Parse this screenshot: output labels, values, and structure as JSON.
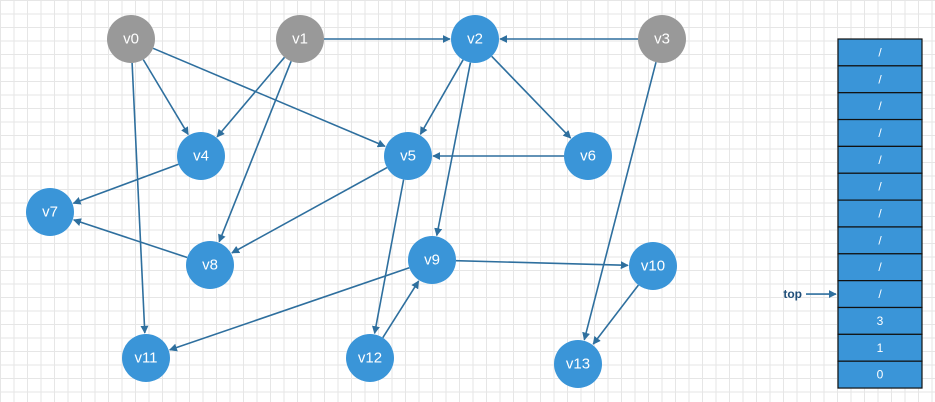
{
  "colors": {
    "visited": "#999999",
    "unvisited": "#3a95d8",
    "edge": "#2e6f9e",
    "stack_cell": "#3a95d8"
  },
  "vertices": [
    {
      "id": "v0",
      "label": "v0",
      "state": "visited"
    },
    {
      "id": "v1",
      "label": "v1",
      "state": "visited"
    },
    {
      "id": "v2",
      "label": "v2",
      "state": "unvisited"
    },
    {
      "id": "v3",
      "label": "v3",
      "state": "visited"
    },
    {
      "id": "v4",
      "label": "v4",
      "state": "unvisited"
    },
    {
      "id": "v5",
      "label": "v5",
      "state": "unvisited"
    },
    {
      "id": "v6",
      "label": "v6",
      "state": "unvisited"
    },
    {
      "id": "v7",
      "label": "v7",
      "state": "unvisited"
    },
    {
      "id": "v8",
      "label": "v8",
      "state": "unvisited"
    },
    {
      "id": "v9",
      "label": "v9",
      "state": "unvisited"
    },
    {
      "id": "v10",
      "label": "v10",
      "state": "unvisited"
    },
    {
      "id": "v11",
      "label": "v11",
      "state": "unvisited"
    },
    {
      "id": "v12",
      "label": "v12",
      "state": "unvisited"
    },
    {
      "id": "v13",
      "label": "v13",
      "state": "unvisited"
    }
  ],
  "edges": [
    {
      "from": "v0",
      "to": "v4"
    },
    {
      "from": "v0",
      "to": "v5"
    },
    {
      "from": "v0",
      "to": "v11"
    },
    {
      "from": "v1",
      "to": "v2"
    },
    {
      "from": "v1",
      "to": "v4"
    },
    {
      "from": "v1",
      "to": "v8"
    },
    {
      "from": "v3",
      "to": "v2"
    },
    {
      "from": "v3",
      "to": "v13"
    },
    {
      "from": "v2",
      "to": "v5"
    },
    {
      "from": "v2",
      "to": "v6"
    },
    {
      "from": "v2",
      "to": "v9"
    },
    {
      "from": "v6",
      "to": "v5"
    },
    {
      "from": "v4",
      "to": "v7"
    },
    {
      "from": "v8",
      "to": "v7"
    },
    {
      "from": "v5",
      "to": "v8"
    },
    {
      "from": "v5",
      "to": "v12"
    },
    {
      "from": "v9",
      "to": "v10"
    },
    {
      "from": "v9",
      "to": "v11"
    },
    {
      "from": "v12",
      "to": "v9"
    },
    {
      "from": "v10",
      "to": "v13"
    }
  ],
  "stack": {
    "top_label": "top",
    "cells": [
      "/",
      "/",
      "/",
      "/",
      "/",
      "/",
      "/",
      "/",
      "/",
      "/",
      "3",
      "1",
      "0"
    ],
    "top_index": 9
  }
}
